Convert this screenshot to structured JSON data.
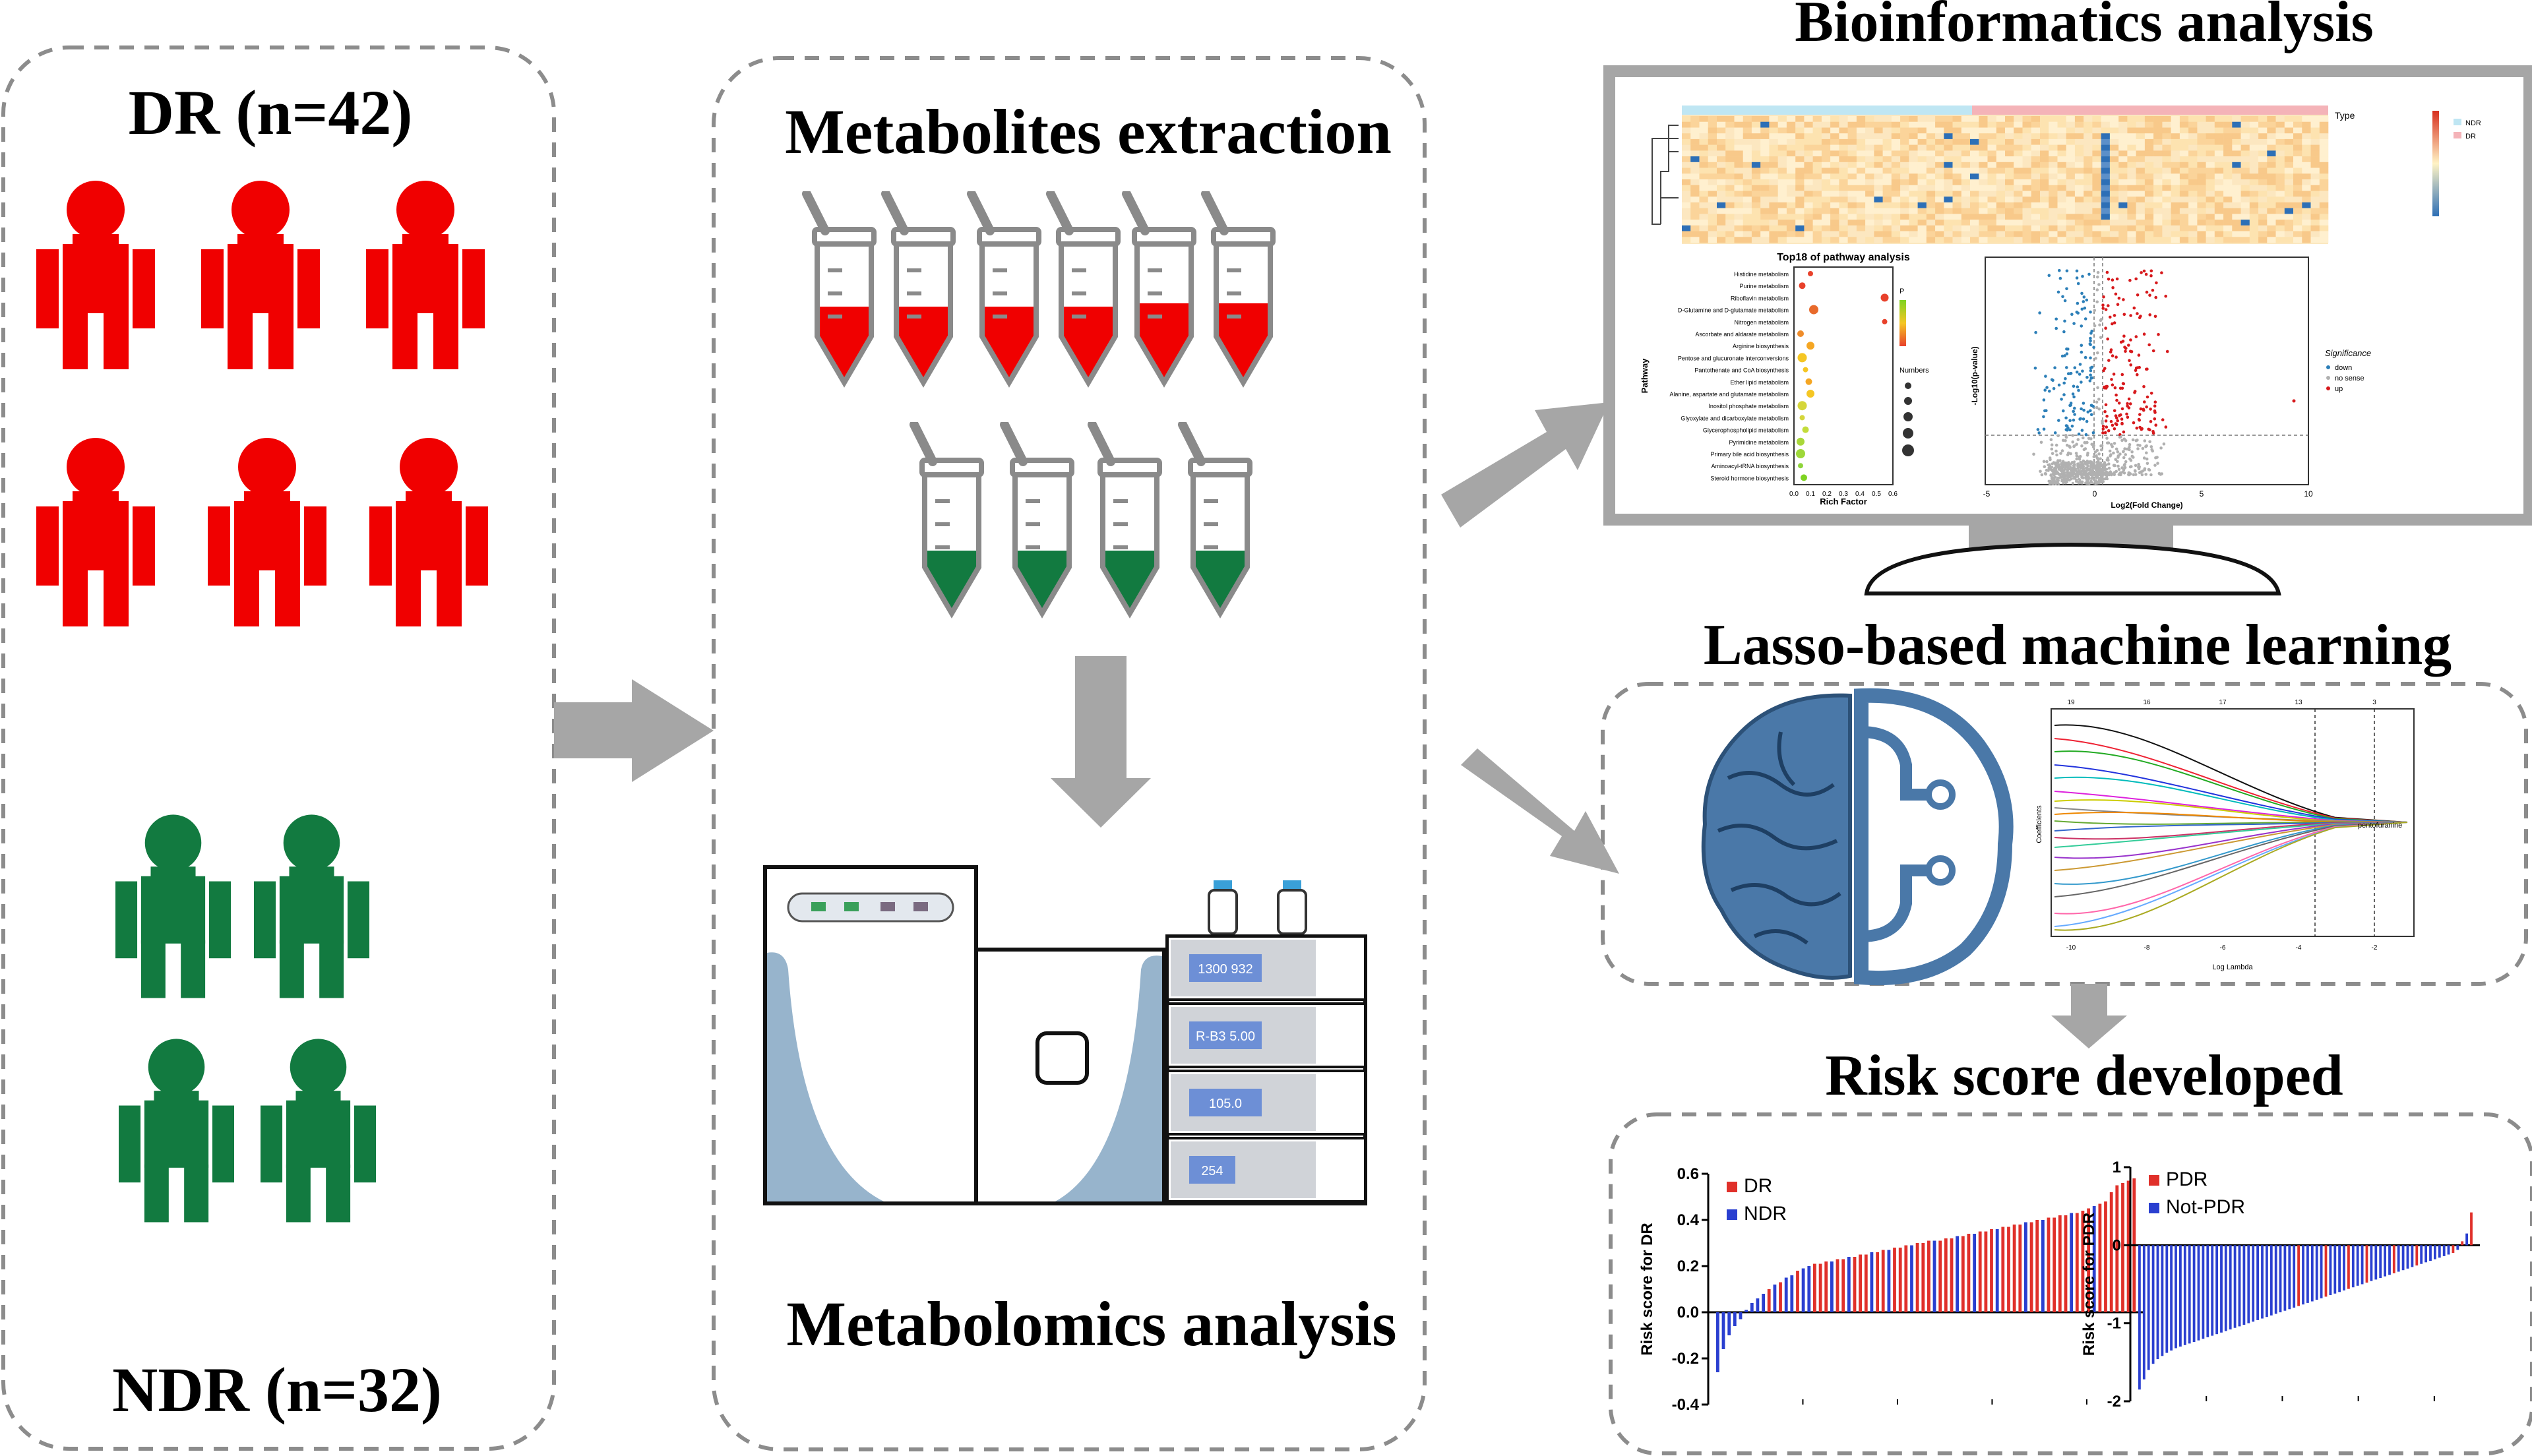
{
  "colors": {
    "dr_red": "#f00000",
    "ndr_green": "#127a40",
    "arrow_gray": "#a6a6a6",
    "brain_blue": "#4a78a8",
    "instrument_blue": "#97b4cc",
    "display_blue": "#6d8fd6",
    "bar_red": "#e0302a",
    "bar_blue": "#2a3fd0"
  },
  "groups": {
    "dr_label": "DR (n=42)",
    "ndr_label": "NDR (n=32)",
    "dr_icon": "person-icon",
    "ndr_icon": "person-icon"
  },
  "middle": {
    "extraction_title": "Metabolites extraction",
    "metabolomics_title": "Metabolomics analysis",
    "instrument_displays": [
      "1300  932",
      "R-B3   5.00",
      "105.0",
      "254"
    ]
  },
  "right": {
    "bioinformatics_title": "Bioinformatics analysis",
    "lasso_title": "Lasso-based machine learning",
    "risk_title": "Risk score developed"
  },
  "heatmap": {
    "legend_title": "Type",
    "legend_items": [
      "NDR",
      "DR"
    ]
  },
  "bubble": {
    "title": "Top18 of pathway analysis",
    "ylabel": "Pathway",
    "xlabel": "Rich Factor",
    "xticks": [
      "0.0",
      "0.1",
      "0.2",
      "0.3",
      "0.4",
      "0.5",
      "0.6"
    ],
    "legend_p": "P",
    "legend_numbers": "Numbers",
    "pathways": [
      "Histidine metabolism",
      "Purine metabolism",
      "Riboflavin metabolism",
      "D-Glutamine and D-glutamate metabolism",
      "Nitrogen metabolism",
      "Ascorbate and aldarate metabolism",
      "Arginine biosynthesis",
      "Pentose and glucuronate interconversions",
      "Pantothenate and CoA biosynthesis",
      "Ether lipid metabolism",
      "Alanine, aspartate and glutamate metabolism",
      "Inositol phosphate metabolism",
      "Glyoxylate and dicarboxylate metabolism",
      "Glycerophospholipid metabolism",
      "Pyrimidine metabolism",
      "Primary bile acid biosynthesis",
      "Aminoacyl-tRNA biosynthesis",
      "Steroid hormone biosynthesis"
    ]
  },
  "volcano": {
    "ylabel": "-Log10(p-value)",
    "xlabel": "Log2(Fold Change)",
    "xticks": [
      "-5",
      "0",
      "5",
      "10"
    ],
    "legend_title": "Significance",
    "legend_items": [
      "down",
      "no sense",
      "up"
    ]
  },
  "lasso": {
    "ylabel": "Coefficients",
    "xlabel": "Log Lambda",
    "xticks": [
      "-10",
      "-8",
      "-6",
      "-4",
      "-2"
    ],
    "top_ticks": [
      "19",
      "16",
      "17",
      "13",
      "3"
    ],
    "annotation": "pentofuranine"
  },
  "chart_data": [
    {
      "type": "bar",
      "ylabel": "Risk score for DR",
      "ylim": [
        -0.4,
        0.6
      ],
      "yticks": [
        "0.6",
        "0.4",
        "0.2",
        "0.0",
        "-0.2",
        "-0.4"
      ],
      "series": [
        {
          "name": "DR"
        },
        {
          "name": "NDR"
        }
      ],
      "n": 74,
      "values": [
        -0.26,
        -0.16,
        -0.1,
        -0.06,
        -0.03,
        0.01,
        0.04,
        0.06,
        0.08,
        0.1,
        0.12,
        0.13,
        0.15,
        0.16,
        0.18,
        0.19,
        0.2,
        0.21,
        0.21,
        0.22,
        0.22,
        0.23,
        0.23,
        0.24,
        0.24,
        0.25,
        0.25,
        0.26,
        0.26,
        0.27,
        0.27,
        0.28,
        0.28,
        0.29,
        0.29,
        0.3,
        0.3,
        0.31,
        0.31,
        0.31,
        0.32,
        0.32,
        0.33,
        0.33,
        0.34,
        0.34,
        0.35,
        0.35,
        0.36,
        0.36,
        0.37,
        0.37,
        0.38,
        0.38,
        0.39,
        0.39,
        0.4,
        0.4,
        0.41,
        0.41,
        0.42,
        0.42,
        0.43,
        0.43,
        0.44,
        0.45,
        0.46,
        0.47,
        0.48,
        0.52,
        0.55,
        0.56,
        0.57,
        0.58
      ],
      "groups": [
        "NDR",
        "NDR",
        "NDR",
        "NDR",
        "NDR",
        "NDR",
        "NDR",
        "NDR",
        "NDR",
        "DR",
        "NDR",
        "DR",
        "NDR",
        "NDR",
        "DR",
        "NDR",
        "NDR",
        "DR",
        "DR",
        "DR",
        "NDR",
        "DR",
        "DR",
        "NDR",
        "DR",
        "DR",
        "DR",
        "NDR",
        "DR",
        "DR",
        "NDR",
        "DR",
        "DR",
        "DR",
        "NDR",
        "DR",
        "DR",
        "DR",
        "NDR",
        "DR",
        "DR",
        "DR",
        "NDR",
        "DR",
        "DR",
        "NDR",
        "DR",
        "DR",
        "DR",
        "NDR",
        "DR",
        "DR",
        "DR",
        "DR",
        "NDR",
        "DR",
        "DR",
        "NDR",
        "DR",
        "DR",
        "DR",
        "DR",
        "NDR",
        "DR",
        "DR",
        "DR",
        "NDR",
        "DR",
        "DR",
        "DR",
        "DR",
        "DR",
        "DR",
        "DR"
      ]
    },
    {
      "type": "bar",
      "ylabel": "Risk score for PDR",
      "ylim": [
        -2,
        1
      ],
      "yticks": [
        "1",
        "0",
        "-1",
        "-2"
      ],
      "series": [
        {
          "name": "PDR"
        },
        {
          "name": "Not-PDR"
        }
      ],
      "n": 74,
      "values": [
        -1.85,
        -1.72,
        -1.6,
        -1.52,
        -1.46,
        -1.42,
        -1.38,
        -1.35,
        -1.32,
        -1.3,
        -1.28,
        -1.26,
        -1.24,
        -1.22,
        -1.2,
        -1.18,
        -1.16,
        -1.14,
        -1.12,
        -1.1,
        -1.08,
        -1.06,
        -1.04,
        -1.02,
        -1.0,
        -0.98,
        -0.96,
        -0.94,
        -0.92,
        -0.9,
        -0.88,
        -0.86,
        -0.84,
        -0.82,
        -0.8,
        -0.78,
        -0.76,
        -0.74,
        -0.72,
        -0.7,
        -0.68,
        -0.66,
        -0.64,
        -0.62,
        -0.6,
        -0.58,
        -0.56,
        -0.54,
        -0.52,
        -0.5,
        -0.48,
        -0.46,
        -0.44,
        -0.42,
        -0.4,
        -0.38,
        -0.36,
        -0.34,
        -0.32,
        -0.3,
        -0.28,
        -0.26,
        -0.24,
        -0.22,
        -0.2,
        -0.18,
        -0.16,
        -0.14,
        -0.12,
        -0.1,
        -0.06,
        0.05,
        0.15,
        0.42
      ],
      "groups": [
        "Not-PDR",
        "Not-PDR",
        "Not-PDR",
        "Not-PDR",
        "Not-PDR",
        "Not-PDR",
        "Not-PDR",
        "Not-PDR",
        "Not-PDR",
        "Not-PDR",
        "Not-PDR",
        "Not-PDR",
        "Not-PDR",
        "Not-PDR",
        "Not-PDR",
        "Not-PDR",
        "Not-PDR",
        "Not-PDR",
        "Not-PDR",
        "Not-PDR",
        "Not-PDR",
        "Not-PDR",
        "Not-PDR",
        "Not-PDR",
        "Not-PDR",
        "Not-PDR",
        "Not-PDR",
        "Not-PDR",
        "Not-PDR",
        "Not-PDR",
        "Not-PDR",
        "Not-PDR",
        "Not-PDR",
        "Not-PDR",
        "Not-PDR",
        "PDR",
        "Not-PDR",
        "Not-PDR",
        "Not-PDR",
        "Not-PDR",
        "Not-PDR",
        "PDR",
        "Not-PDR",
        "Not-PDR",
        "Not-PDR",
        "Not-PDR",
        "PDR",
        "Not-PDR",
        "Not-PDR",
        "Not-PDR",
        "PDR",
        "Not-PDR",
        "Not-PDR",
        "Not-PDR",
        "Not-PDR",
        "Not-PDR",
        "PDR",
        "Not-PDR",
        "Not-PDR",
        "Not-PDR",
        "Not-PDR",
        "PDR",
        "Not-PDR",
        "Not-PDR",
        "Not-PDR",
        "Not-PDR",
        "Not-PDR",
        "Not-PDR",
        "Not-PDR",
        "PDR",
        "Not-PDR",
        "PDR",
        "Not-PDR",
        "PDR"
      ]
    }
  ]
}
